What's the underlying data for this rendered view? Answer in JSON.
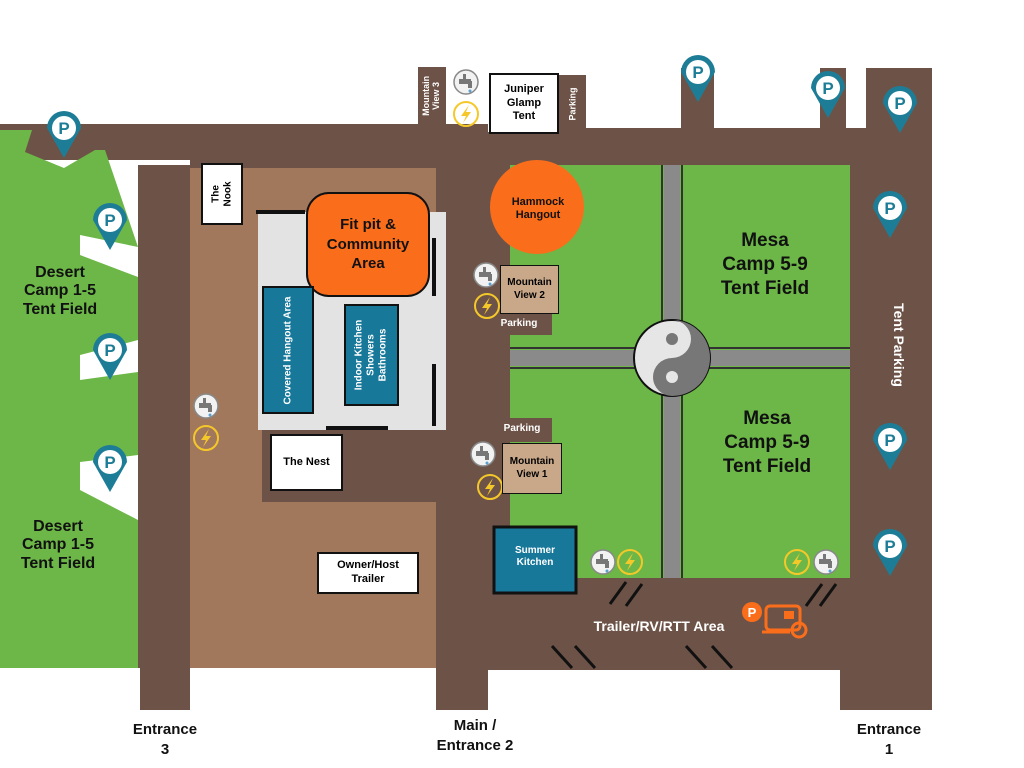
{
  "map": {
    "colors": {
      "road": "#6d5347",
      "grass": "#6cb747",
      "dirt": "#a1785c",
      "concrete": "#e3e3e3",
      "teal": "#17789a",
      "orange": "#fa6e1b",
      "parking_pin": "#1d7d97",
      "bolt": "#f5c82a",
      "gray_path": "#8a8a8a"
    },
    "tent_fields": [
      {
        "line1": "Desert",
        "line2": "Camp 1-5",
        "line3": "Tent Field"
      },
      {
        "line1": "Desert",
        "line2": "Camp 1-5",
        "line3": "Tent Field"
      },
      {
        "line1": "Mesa",
        "line2": "Camp 5-9",
        "line3": "Tent Field"
      },
      {
        "line1": "Mesa",
        "line2": "Camp 5-9",
        "line3": "Tent Field"
      }
    ],
    "fit_pit": {
      "line1": "Fit pit &",
      "line2": "Community",
      "line3": "Area"
    },
    "hammock": {
      "line1": "Hammock",
      "line2": "Hangout"
    },
    "covered_hangout": "Covered Hangout Area",
    "indoor_kitchen": {
      "line1": "Indoor Kitchen",
      "line2": "Showers",
      "line3": "Bathrooms"
    },
    "the_nook": {
      "line1": "The",
      "line2": "Nook"
    },
    "the_nest": "The Nest",
    "owner_host": {
      "line1": "Owner/Host",
      "line2": "Trailer"
    },
    "juniper": {
      "line1": "Juniper",
      "line2": "Glamp",
      "line3": "Tent"
    },
    "mountain_view_3": {
      "line1": "Mountain",
      "line2": "View 3"
    },
    "mountain_view_2": {
      "line1": "Mountain",
      "line2": "View 2"
    },
    "mountain_view_1": {
      "line1": "Mountain",
      "line2": "View 1"
    },
    "parking_labels": [
      "Parking",
      "Parking",
      "Parking"
    ],
    "summer_kitchen": {
      "line1": "Summer",
      "line2": "Kitchen"
    },
    "trailer_area": "Trailer/RV/RTT Area",
    "tent_parking": "Tent Parking",
    "entrances": [
      {
        "line1": "Entrance",
        "line2": "3"
      },
      {
        "line1": "Main /",
        "line2": "Entrance 2"
      },
      {
        "line1": "Entrance",
        "line2": "1"
      }
    ],
    "icons": {
      "parking": "parking-pin-icon",
      "water": "water-spigot-icon",
      "power": "electric-bolt-icon",
      "yin_yang": "yin-yang-icon",
      "rv_parking": "rv-parking-icon"
    }
  }
}
